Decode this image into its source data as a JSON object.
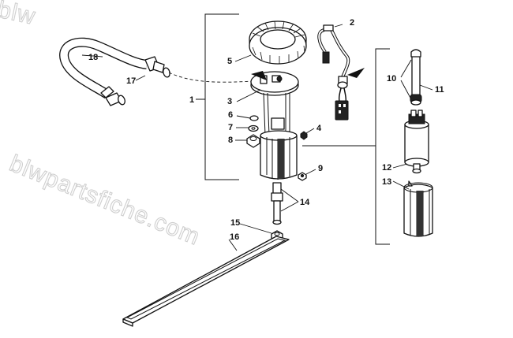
{
  "diagram": {
    "watermark": "blwpartsfiche.com",
    "watermark_top": "blw",
    "callouts": {
      "c1": "1",
      "c2": "2",
      "c3": "3",
      "c4": "4",
      "c5": "5",
      "c6": "6",
      "c7": "7",
      "c8": "8",
      "c9": "9",
      "c10": "10",
      "c11": "11",
      "c12": "12",
      "c13": "13",
      "c14": "14",
      "c15": "15",
      "c16": "16",
      "c17": "17",
      "c18": "18"
    },
    "colors": {
      "ink": "#111111",
      "watermark": "#cfcfcf",
      "background": "#ffffff"
    }
  }
}
